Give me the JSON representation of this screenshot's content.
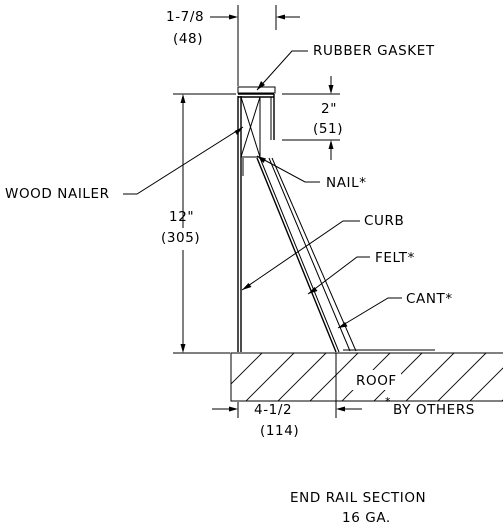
{
  "dims": {
    "top_width": "1-7/8",
    "top_width_mm": "(48)",
    "flange": "2\"",
    "flange_mm": "(51)",
    "height": "12\"",
    "height_mm": "(305)",
    "base": "4-1/2",
    "base_mm": "(114)"
  },
  "labels": {
    "rubber_gasket": "RUBBER GASKET",
    "wood_nailer": "WOOD NAILER",
    "nail": "NAIL*",
    "curb": "CURB",
    "felt": "FELT*",
    "cant": "CANT*",
    "roof": "ROOF",
    "by_others_star": "*",
    "by_others": "BY OTHERS"
  },
  "title": {
    "line1": "END RAIL SECTION",
    "line2": "16 GA."
  }
}
